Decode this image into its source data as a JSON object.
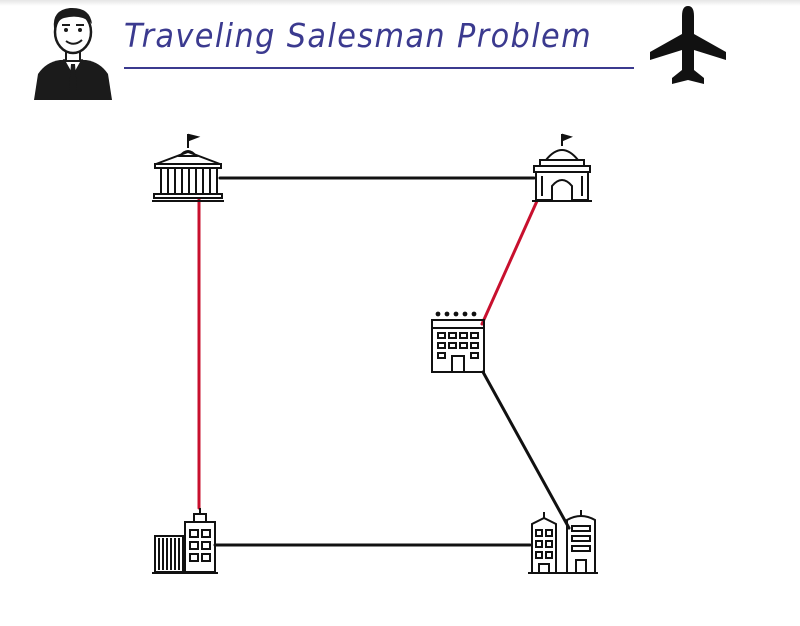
{
  "header": {
    "title": "Traveling Salesman Problem",
    "avatar_icon": "salesman-avatar-icon",
    "plane_icon": "airplane-icon"
  },
  "colors": {
    "title_text": "#3b3a8f",
    "route_default": "#111111",
    "route_highlight": "#c8102e",
    "icon_stroke": "#111111"
  },
  "diagram": {
    "nodes": [
      {
        "id": "capitol",
        "icon": "government-building-icon"
      },
      {
        "id": "monument",
        "icon": "domed-monument-icon"
      },
      {
        "id": "hotel",
        "icon": "hotel-icon"
      },
      {
        "id": "office",
        "icon": "office-buildings-icon"
      },
      {
        "id": "towers",
        "icon": "twin-towers-icon"
      }
    ],
    "edges": [
      {
        "from": "capitol",
        "to": "monument",
        "highlight": false
      },
      {
        "from": "capitol",
        "to": "office",
        "highlight": true
      },
      {
        "from": "monument",
        "to": "hotel",
        "highlight": true
      },
      {
        "from": "hotel",
        "to": "towers",
        "highlight": false
      },
      {
        "from": "office",
        "to": "towers",
        "highlight": false
      }
    ]
  }
}
